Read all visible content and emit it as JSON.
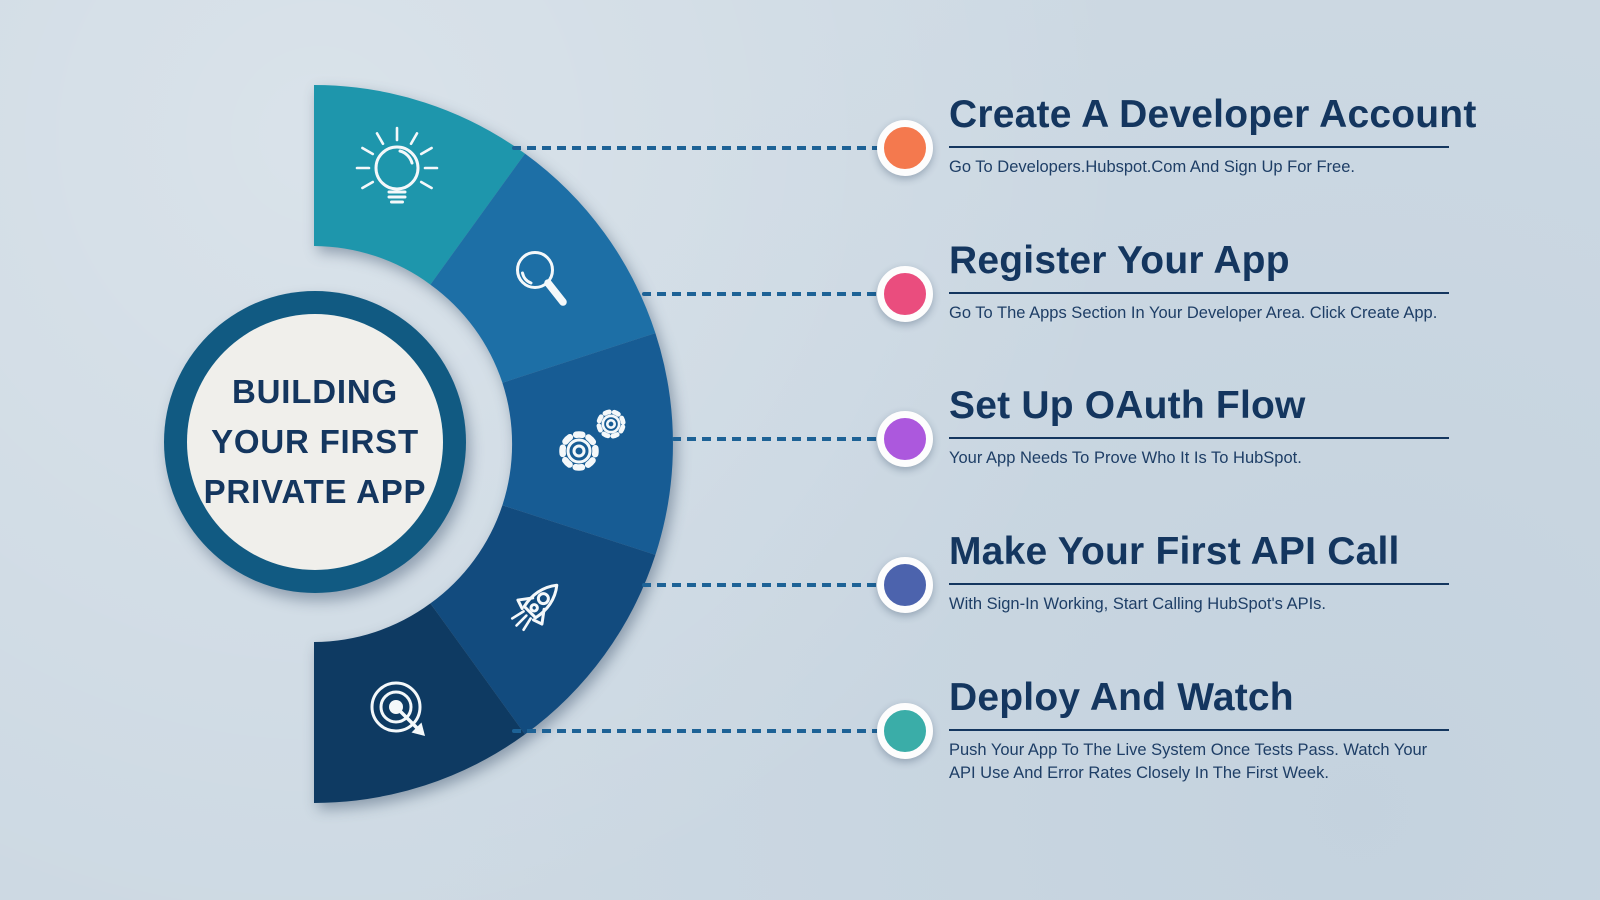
{
  "title_circle": {
    "lines": [
      "BUILDING",
      "YOUR FIRST",
      "PRIVATE APP"
    ]
  },
  "steps": [
    {
      "title": "Create A Developer Account",
      "description": "Go To Developers.Hubspot.Com And Sign Up For Free.",
      "dot_color": "#F4794E",
      "segment_color": "#1E96AC",
      "icon": "lightbulb-icon"
    },
    {
      "title": "Register Your App",
      "description": "Go To The Apps Section In Your Developer Area. Click Create App.",
      "dot_color": "#EA4D7E",
      "segment_color": "#1D6FA6",
      "icon": "magnifier-icon"
    },
    {
      "title": "Set Up OAuth Flow",
      "description": "Your App Needs To Prove Who It Is To HubSpot.",
      "dot_color": "#AC58DD",
      "segment_color": "#175C94",
      "icon": "gears-icon"
    },
    {
      "title": "Make Your First API Call",
      "description": "With Sign-In Working, Start Calling HubSpot's APIs.",
      "dot_color": "#4C63AD",
      "segment_color": "#124B7E",
      "icon": "rocket-icon"
    },
    {
      "title": "Deploy And Watch",
      "description": "Push Your App To The Live System Once Tests Pass. Watch Your API Use And Error Rates Closely In The First Week.",
      "dot_color": "#3AADA8",
      "segment_color": "#0E3A62",
      "icon": "target-icon"
    }
  ],
  "colors": {
    "background": "#CDD9E3",
    "heading_text": "#14365F",
    "body_text": "#1E3E66",
    "dash_line": "#1D6296",
    "circle_ring": "#115A82",
    "circle_fill": "#F0EFEB",
    "icon_stroke": "#F4F8FA"
  }
}
